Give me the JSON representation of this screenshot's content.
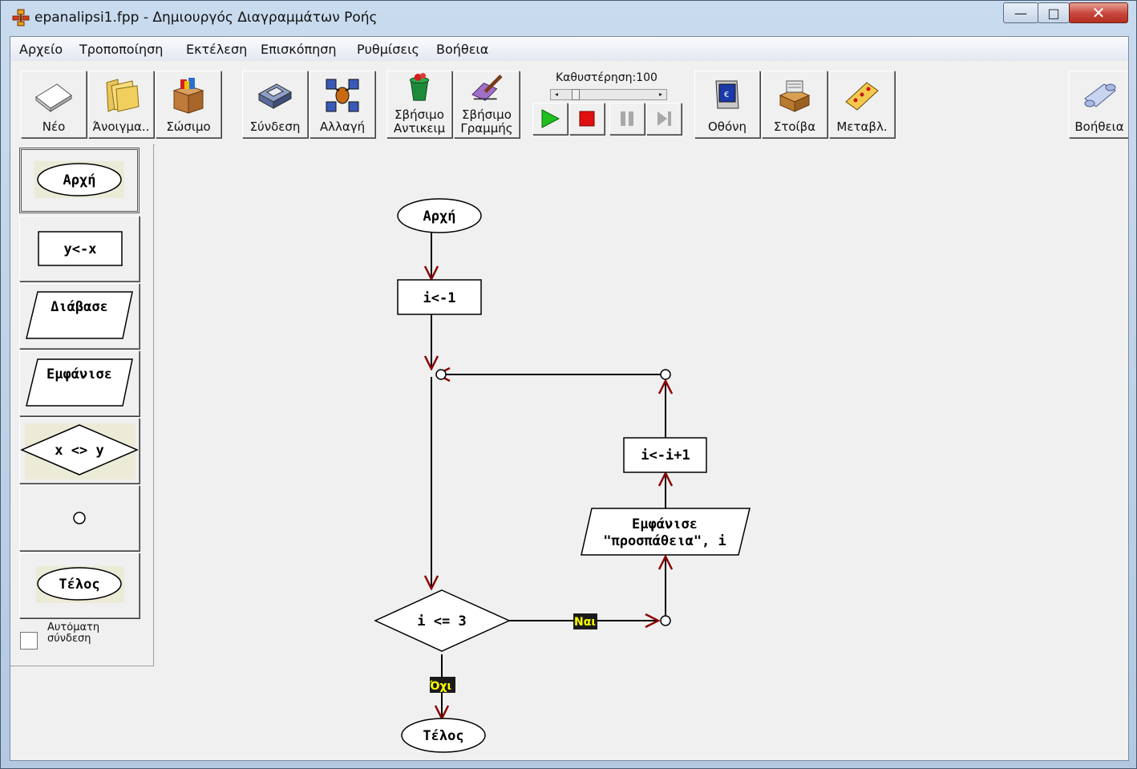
{
  "window": {
    "title": "epanalipsi1.fpp - Δημιουργός Διαγραμμάτων Ροής",
    "minimize_symbol": "—",
    "maximize_symbol": "□",
    "close_symbol": "✕"
  },
  "menu": [
    "Αρχείο",
    "Τροποποίηση",
    "Εκτέλεση",
    "Επισκόπηση",
    "Ρυθμίσεις",
    "Βοήθεια"
  ],
  "toolbar": {
    "new": "Νέο",
    "open": "Άνοιγμα..",
    "save": "Σώσιμο",
    "connect": "Σύνδεση",
    "change": "Αλλαγή",
    "delete_object_1": "Σβήσιμο",
    "delete_object_2": "Αντικειμ",
    "delete_line_1": "Σβήσιμο",
    "delete_line_2": "Γραμμής",
    "delay_label": "Καθυστέρηση:100",
    "delay_value": 100,
    "screen": "Οθόνη",
    "stack": "Στοίβα",
    "variables": "Μεταβλ.",
    "help": "Βοήθεια",
    "icons": {
      "new": "blank-page-icon",
      "open": "folder-icon",
      "save": "box-icon",
      "connect": "connect-icon",
      "change": "arrows-icon",
      "delete_object": "trash-icon",
      "delete_line": "eraser-icon",
      "run": "play-icon",
      "stop": "stop-icon",
      "pause": "pause-icon",
      "step": "step-icon",
      "screen": "monitor-icon",
      "stack": "stack-icon",
      "variables": "variables-icon",
      "help": "help-scroll-icon"
    }
  },
  "palette": {
    "start": "Αρχή",
    "assign": "y<-x",
    "read": "Διάβασε",
    "print": "Εμφάνισε",
    "decision": "x <> y",
    "end": "Τέλος",
    "auto_connect_label": "Αυτόματη σύνδεση",
    "auto_connect_checked": false
  },
  "flowchart": {
    "start": "Αρχή",
    "init": "i<-1",
    "condition": "i <= 3",
    "yes_label": "Ναι",
    "no_label": "Όχι",
    "print_line1": "Εμφάνισε",
    "print_line2": "\"προσπάθεια\", i",
    "increment": "i<-i+1",
    "end": "Τέλος"
  },
  "colors": {
    "arrow_head": "#8b0000",
    "tag_bg": "#1a1a1a",
    "tag_text": "#ffff00",
    "run_green": "#1fbf1f",
    "stop_red": "#e01010"
  }
}
